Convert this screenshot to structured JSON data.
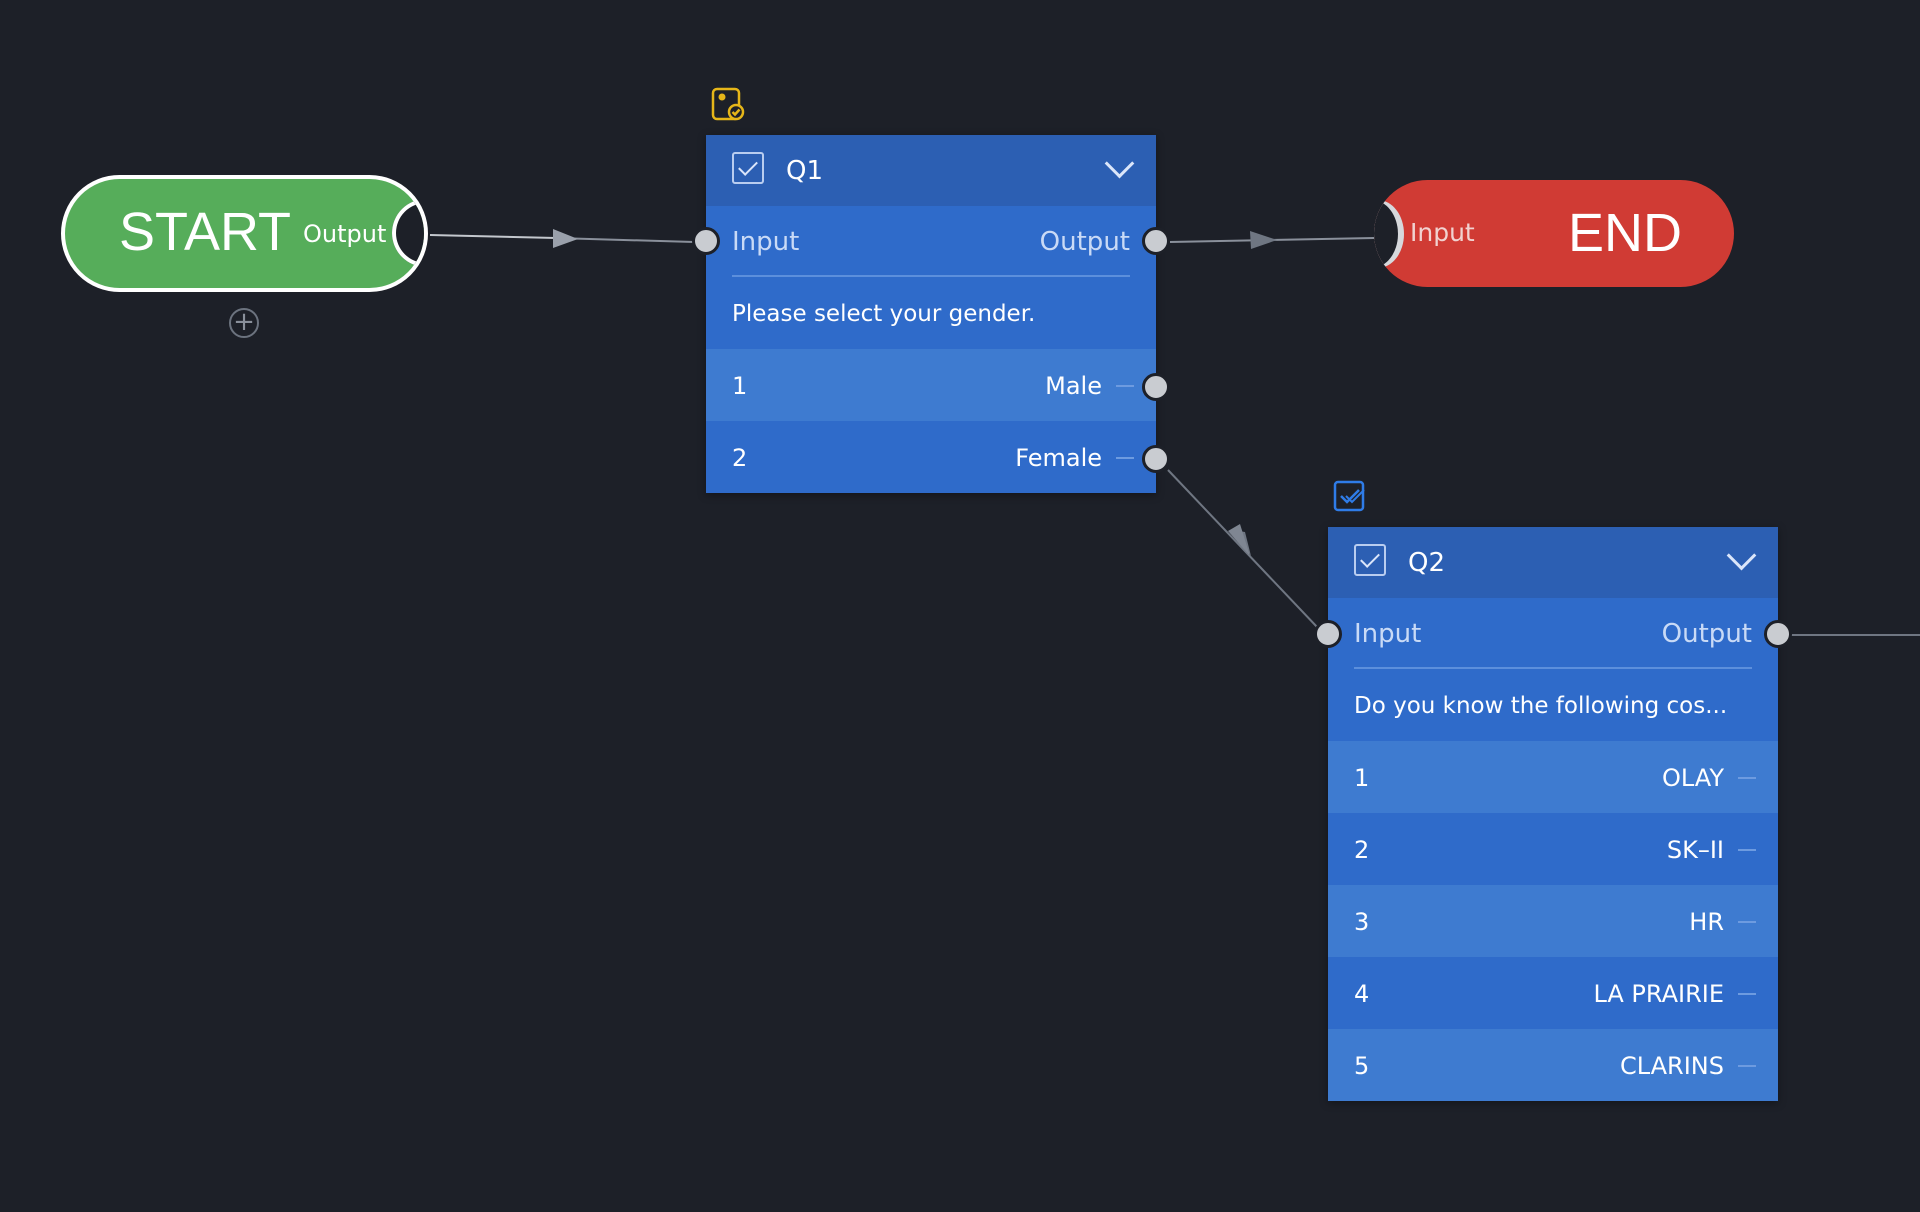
{
  "nodes": {
    "start": {
      "title": "START",
      "output_label": "Output"
    },
    "end": {
      "title": "END",
      "input_label": "Input"
    },
    "add_button_symbol": "+"
  },
  "questions": [
    {
      "id": "Q1",
      "input_label": "Input",
      "output_label": "Output",
      "prompt": "Please select your gender.",
      "options": [
        {
          "num": "1",
          "label": "Male"
        },
        {
          "num": "2",
          "label": "Female"
        }
      ],
      "badge_icon": "mobile-check-icon",
      "badge_color": "#e6b619"
    },
    {
      "id": "Q2",
      "input_label": "Input",
      "output_label": "Output",
      "prompt": "Do you know the following cos...",
      "options": [
        {
          "num": "1",
          "label": "OLAY"
        },
        {
          "num": "2",
          "label": "SK–II"
        },
        {
          "num": "3",
          "label": "HR"
        },
        {
          "num": "4",
          "label": "LA PRAIRIE"
        },
        {
          "num": "5",
          "label": "CLARINS"
        }
      ],
      "badge_icon": "multi-check-icon",
      "badge_color": "#2f7ce8"
    }
  ],
  "colors": {
    "canvas": "#1d2028",
    "start": "#56ad5a",
    "end": "#d03b34",
    "card": "#2f6bca",
    "card_header": "#2c5fb3",
    "wire": "#8a909b"
  }
}
